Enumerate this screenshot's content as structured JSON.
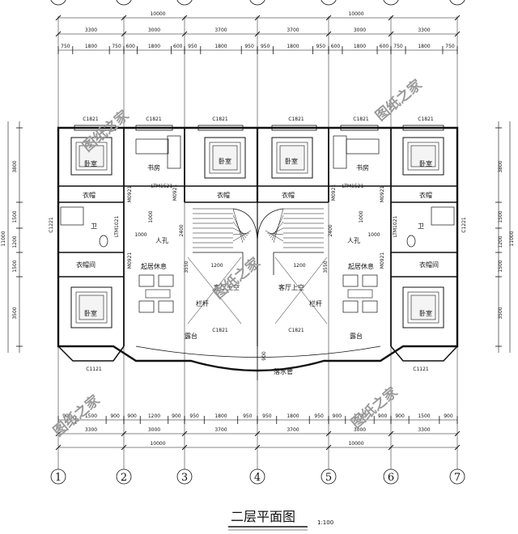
{
  "title": "二层平面图",
  "scale": "1:100",
  "watermark": "图纸之家",
  "axes": [
    "1",
    "2",
    "3",
    "4",
    "5",
    "6",
    "7"
  ],
  "dims_top_total": [
    "10000",
    "10000"
  ],
  "dims_top_bays": [
    "3300",
    "3000",
    "3700",
    "3700",
    "3000",
    "3300"
  ],
  "dims_top_detail": [
    "750",
    "1800",
    "750",
    "600",
    "1800",
    "600",
    "950",
    "1800",
    "950",
    "950",
    "1800",
    "950",
    "600",
    "1800",
    "600",
    "750",
    "1800",
    "750"
  ],
  "dims_bottom_detail": [
    "900",
    "1500",
    "900",
    "900",
    "1200",
    "900",
    "950",
    "1800",
    "950",
    "950",
    "1800",
    "950",
    "900",
    "1200",
    "900",
    "900",
    "1500",
    "900"
  ],
  "dims_bottom_bays": [
    "3300",
    "3000",
    "3700",
    "3700",
    "3000",
    "3300"
  ],
  "dims_bottom_total": [
    "10000",
    "10000"
  ],
  "dims_left": [
    "3800",
    "1500",
    "1200",
    "1500",
    "3500"
  ],
  "dims_left_total": "11000",
  "dims_right": [
    "3800",
    "1500",
    "1200",
    "1500",
    "3500"
  ],
  "dims_right_total": "11000",
  "windows": {
    "c1821": "C1821",
    "c1121": "C1121",
    "c1221": "C1221"
  },
  "doors": {
    "m0921": "M0921",
    "ltm1521": "LTM1521",
    "ltm1021": "LTM1021"
  },
  "rooms": {
    "bedroom": "卧室",
    "study": "书房",
    "closet": "衣帽",
    "bath": "卫",
    "closet_room": "衣帽间",
    "lounge": "起居休息",
    "void": "客厅上空",
    "railing": "栏杆",
    "hatch": "人孔",
    "terrace": "露台",
    "downpipe": "落水管"
  },
  "minor_dims": {
    "d1000": "1000",
    "d2400": "2400",
    "d1200": "1200",
    "d3550": "3550",
    "d900": "900",
    "d1500": "1500"
  }
}
